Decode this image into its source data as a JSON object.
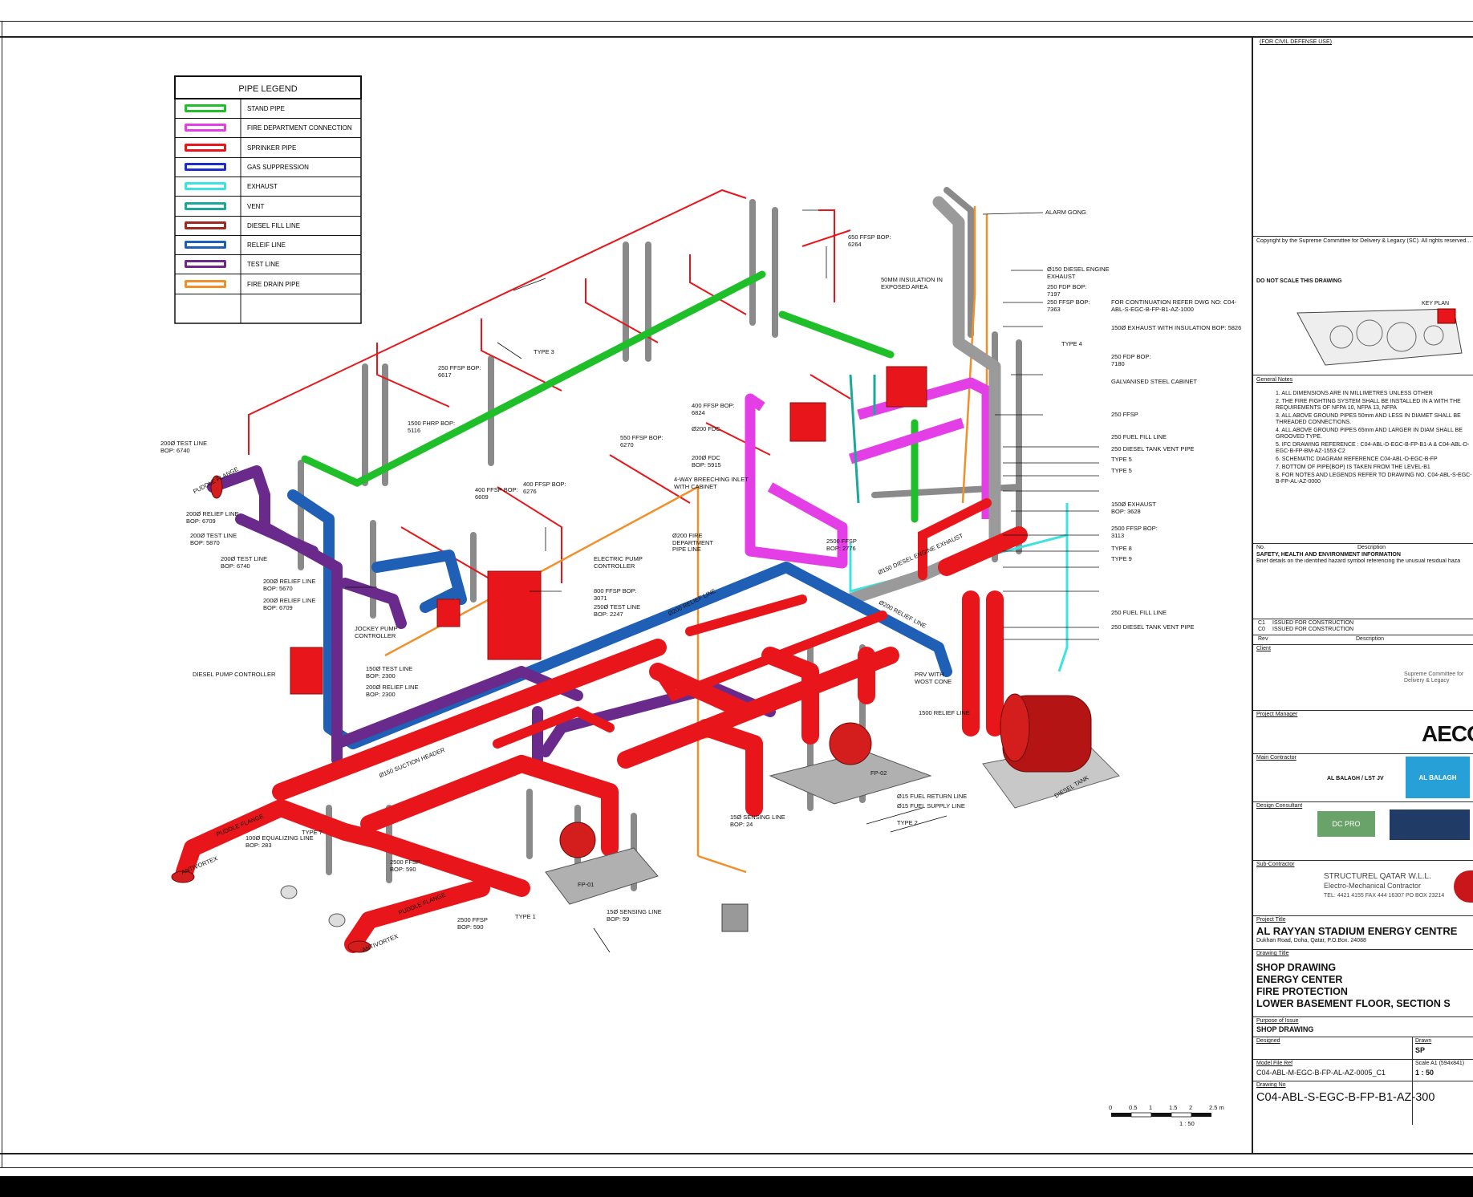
{
  "legend": {
    "title": "PIPE LEGEND",
    "items": [
      {
        "label": "STAND PIPE",
        "color": "#1fbf2a"
      },
      {
        "label": "FIRE DEPARTMENT CONNECTION",
        "color": "#e43fe6"
      },
      {
        "label": "SPRINKER PIPE",
        "color": "#e8161a"
      },
      {
        "label": "GAS SUPPRESSION",
        "color": "#1e2fc9"
      },
      {
        "label": "EXHAUST",
        "color": "#3de3e0"
      },
      {
        "label": "VENT",
        "color": "#1aa89a"
      },
      {
        "label": "DIESEL FILL LINE",
        "color": "#9b2a22"
      },
      {
        "label": "RELEIF LINE",
        "color": "#1f5fb5"
      },
      {
        "label": "TEST LINE",
        "color": "#6a2a8c"
      },
      {
        "label": "FIRE DRAIN PIPE",
        "color": "#f0902a"
      }
    ]
  },
  "annotations": {
    "alarm_gong": "ALARM GONG",
    "diesel_engine_exhaust": "Ø150 DIESEL ENGINE EXHAUST",
    "insulation": "50MM INSULATION IN EXPOSED AREA",
    "ffsp_650": "650 FFSP BOP: 6264",
    "fdp": "250 FDP BOP: 7197",
    "ffsp_250a": "250 FFSP BOP: 7363",
    "continuation": "FOR CONTINUATION REFER DWG NO: C04-ABL-S-EGC-B-FP-B1-AZ-1000",
    "exhaust_insulation": "150Ø EXHAUST WITH INSULATION BOP: 5826",
    "fdp_7180": "250 FDP BOP: 7180",
    "galvanised": "GALVANISED STEEL CABINET",
    "ffsp_250b": "250 FFSP",
    "fuel_fill": "250 FUEL FILL LINE",
    "diesel_vent": "250 DIESEL TANK VENT PIPE",
    "type5a": "TYPE 5",
    "type5b": "TYPE 5",
    "exhaust_150": "150Ø EXHAUST BOP: 3628",
    "ffsp_2500": "2500 FFSP BOP: 3113",
    "type8": "TYPE 8",
    "type9": "TYPE 9",
    "fuel_fill_b": "250 FUEL FILL LINE",
    "diesel_vent_b": "250 DIESEL TANK VENT PIPE",
    "test_line_200": "200Ø TEST LINE BOP: 6740",
    "puddle": "PUDDLE FLANGE",
    "relief_200": "200Ø RELIEF LINE BOP: 6709",
    "test_5870": "200Ø TEST LINE BOP: 5870",
    "test_6740b": "200Ø TEST LINE BOP: 6740",
    "relief_5670": "200Ø RELIEF LINE BOP: 5670",
    "relief_6709b": "200Ø RELIEF LINE BOP: 6709",
    "jockey": "JOCKEY PUMP CONTROLLER",
    "diesel_pump": "DIESEL PUMP CONTROLLER",
    "electric_pump": "ELECTRIC PUMP CONTROLLER",
    "breeching": "4-WAY BREECHING INLET WITH CABINET",
    "fire_dept": "Ø200 FIRE DEPARTMENT PIPE LINE",
    "ffsp_1500": "1500 FHRP BOP: 5116",
    "ffsp_6617": "250 FFSP BOP: 6617",
    "ffsp_400": "400 FFSP BOP: 6824",
    "fdc_200": "Ø200 FDC",
    "ffsp_550": "550 FFSP BOP: 6270",
    "fdc_5915": "200Ø FDC BOP: 5915",
    "ffsp_6276": "400 FFSP BOP: 6276",
    "ffsp_6609": "400 FFSP BOP: 6609",
    "ffsp_2500b": "2500 FFSP BOP: 2776",
    "relief_line_diag": "Ø200 RELIEF LINE",
    "ffsp_3071": "800 FFSP BOP: 3071",
    "test_2247": "250Ø TEST LINE BOP: 2247",
    "exhaust_diag": "Ø150 DIESEL ENGINE EXHAUST",
    "relief_diag2": "Ø200 RELIEF LINE",
    "prv": "PRV WITH WOST CONE",
    "relief_1500": "1500 RELIEF LINE",
    "test_2300": "150Ø TEST LINE BOP: 2300",
    "relief_2300": "200Ø RELIEF LINE BOP: 2300",
    "suction_header": "Ø150 SUCTION HEADER",
    "equalizing": "100Ø EQUALIZING LINE BOP: 283",
    "antivortex_a": "ANTIVORTEX",
    "antivortex_b": "ANTIVORTEX",
    "ffsp_590a": "2500 FFSP BOP: 590",
    "ffsp_590b": "2500 FFSP BOP: 590",
    "sensing_59": "15Ø SENSING LINE BOP: 59",
    "sensing_24": "15Ø SENSING LINE BOP: 24",
    "fuel_return": "Ø15 FUEL RETURN LINE",
    "fuel_supply": "Ø15 FUEL SUPPLY LINE",
    "diesel_tank": "DIESEL TANK",
    "fp02": "FP-02",
    "fp01": "FP-01",
    "type1": "TYPE 1",
    "type2": "TYPE 2",
    "type3": "TYPE 3",
    "type4": "TYPE 4",
    "type7": "TYPE 7"
  },
  "scale_bar": {
    "ticks": [
      "0",
      "0.5",
      "1",
      "1.5",
      "2",
      "2.5 m"
    ],
    "ratio": "1 : 50"
  },
  "title_block": {
    "civil_defense": "(FOR CIVIL DEFENSE USE)",
    "copyright": "Copyright by the Supreme Committee for Delivery & Legacy (SC). All rights reserved...",
    "do_not_scale": "DO NOT SCALE THIS DRAWING",
    "key_plan_label": "KEY PLAN",
    "general_notes_title": "General Notes",
    "notes": [
      "1. ALL DIMENSIONS ARE IN MILLIMETRES UNLESS OTHER",
      "2. THE FIRE FIGHTING SYSTEM SHALL BE INSTALLED IN A WITH THE REQUIREMENTS OF NFPA 10, NFPA 13, NFPA",
      "3. ALL ABOVE GROUND PIPES 50mm AND LESS IN DIAMET SHALL BE THREADED CONNECTIONS.",
      "4. ALL ABOVE GROUND PIPES 65mm AND LARGER IN DIAM SHALL BE GROOVED TYPE.",
      "5. IFC DRAWING REFERENCE : C04-ABL-D-EGC-B-FP-B1-A & C04-ABL-D-EGC-B-FP-BM-AZ-1553-C2",
      "6. SCHEMATIC DIAGRAM REFERENCE C04-ABL-D-EGC-B-FP",
      "7. BOTTOM OF PIPE(BOP) IS TAKEN FROM THE LEVEL-B1",
      "8. FOR NOTES AND LEGENDS REFER TO DRAWING NO. C04-ABL-S-EGC-B-FP-AL-AZ-0000"
    ],
    "rev_no": "No.",
    "rev_description": "Description",
    "safety_title": "SAFETY, HEALTH AND ENVIRONMENT INFORMATION",
    "safety_text": "Brief details on the identified hazard symbol referencing the unusual residual haza",
    "issue1": "ISSUED FOR CONSTRUCTION",
    "issue2": "ISSUED FOR CONSTRUCTION",
    "rev_code1": "C1",
    "rev_code2": "C0",
    "rev_header": "Rev",
    "desc_header": "Description",
    "client_label": "Client",
    "client_name": "Supreme Committee for Delivery & Legacy",
    "pm_label": "Project Manager",
    "pm_name": "AECOM",
    "contractor_label": "Main Contractor",
    "contractor_name": "AL BALAGH / LST JV",
    "contractor_logo": "AL BALAGH",
    "design_label": "Design Consultant",
    "dc_logo1": "DC PRO",
    "sub_label": "Sub-Contractor",
    "sub_name": "STRUCTUREL QATAR W.L.L.",
    "sub_desc": "Electro-Mechanical Contractor",
    "sub_contact": "TEL: 4421 4155 FAX 444 16307 PO BOX 23214",
    "project_label": "Project Title",
    "project_title": "AL RAYYAN STADIUM ENERGY CENTRE",
    "project_address": "Dukhan Road, Doha, Qatar, P.O.Box. 24088",
    "drawing_label": "Drawing Title",
    "drawing_title": [
      "SHOP DRAWING",
      "ENERGY CENTER",
      "FIRE PROTECTION",
      "LOWER BASEMENT FLOOR, SECTION S"
    ],
    "purpose_label": "Purpose of Issue",
    "purpose": "SHOP DRAWING",
    "designed_label": "Designed",
    "drawn_label": "Drawn",
    "drawn": "SP",
    "model_label": "Model File Ref",
    "model_ref": "C04-ABL-M-EGC-B-FP-AL-AZ-0005_C1",
    "scale_label": "Scale A1 (594x841)",
    "scale": "1 : 50",
    "drawing_no_label": "Drawing No",
    "drawing_no": "C04-ABL-S-EGC-B-FP-B1-AZ-300"
  }
}
